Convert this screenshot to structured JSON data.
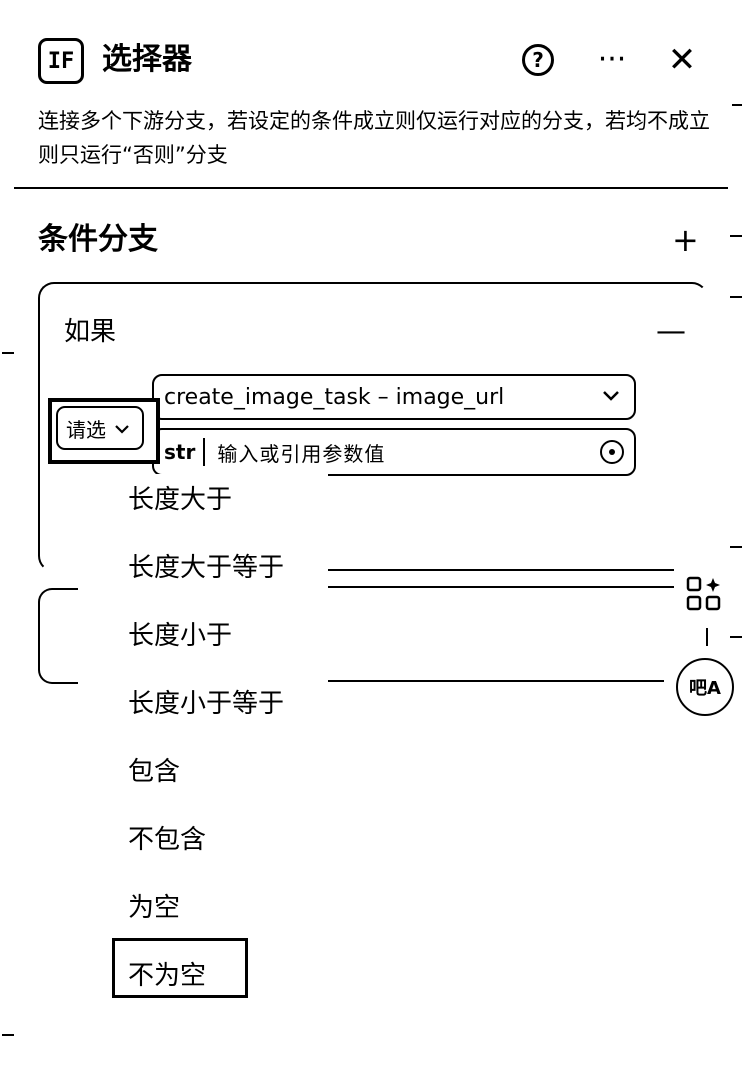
{
  "header": {
    "logo_text": "IF",
    "title": "选择器",
    "help_label": "?",
    "more_label": "···",
    "close_label": "✕"
  },
  "description": "连接多个下游分支，若设定的条件成立则仅运行对应的分支，若均不成立则只运行“否则”分支",
  "section": {
    "title": "条件分支",
    "add_label": "+"
  },
  "condition": {
    "label": "如果",
    "collapse_label": "—",
    "variable": "create_image_task – image_url",
    "operator_value": "请选",
    "value_type": "str",
    "value_placeholder": "输入或引用参数值"
  },
  "operator_options": [
    "长度大于",
    "长度大于等于",
    "长度小于",
    "长度小于等于",
    "包含",
    "不包含",
    "为空",
    "不为空"
  ],
  "selected_option": "不为空",
  "side": {
    "avatar_text": "吧A"
  },
  "icons": {
    "help": "question-circle-icon",
    "more": "more-horizontal-icon",
    "close": "close-icon",
    "add": "plus-icon",
    "collapse": "minus-icon",
    "chevron": "chevron-down-icon",
    "reference": "reference-variable-icon",
    "apps": "apps-sparkle-icon"
  }
}
